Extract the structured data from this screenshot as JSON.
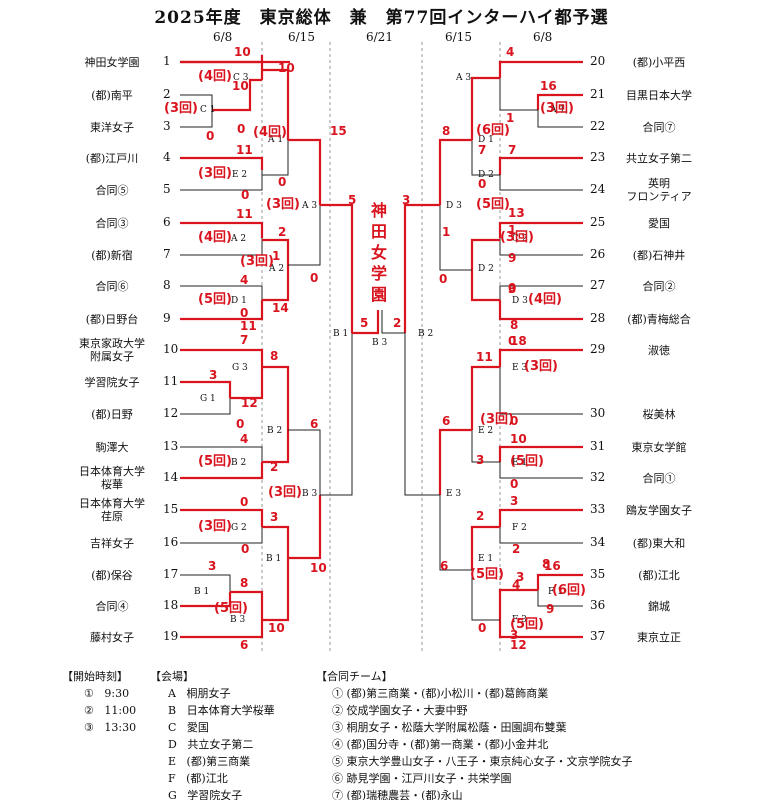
{
  "title": "2025年度　東京総体　兼　第77回インターハイ都予選",
  "dates": [
    "6/8",
    "6/15",
    "6/21",
    "6/15",
    "6/8"
  ],
  "champion": [
    "神",
    "田",
    "女",
    "学",
    "園"
  ],
  "left_teams": [
    {
      "name": [
        "神田女学園"
      ],
      "seed": "1"
    },
    {
      "name": [
        "(都)南平"
      ],
      "seed": "2"
    },
    {
      "name": [
        "東洋女子"
      ],
      "seed": "3"
    },
    {
      "name": [
        "(都)江戸川"
      ],
      "seed": "4"
    },
    {
      "name": [
        "合同⑤"
      ],
      "seed": "5"
    },
    {
      "name": [
        "合同③"
      ],
      "seed": "6"
    },
    {
      "name": [
        "(都)新宿"
      ],
      "seed": "7"
    },
    {
      "name": [
        "合同⑥"
      ],
      "seed": "8"
    },
    {
      "name": [
        "(都)日野台"
      ],
      "seed": "9"
    },
    {
      "name": [
        "東京家政大学",
        "附属女子"
      ],
      "seed": "10"
    },
    {
      "name": [
        "学習院女子"
      ],
      "seed": "11"
    },
    {
      "name": [
        "(都)日野"
      ],
      "seed": "12"
    },
    {
      "name": [
        "駒澤大"
      ],
      "seed": "13"
    },
    {
      "name": [
        "日本体育大学",
        "桜華"
      ],
      "seed": "14"
    },
    {
      "name": [
        "日本体育大学",
        "荏原"
      ],
      "seed": "15"
    },
    {
      "name": [
        "吉祥女子"
      ],
      "seed": "16"
    },
    {
      "name": [
        "(都)保谷"
      ],
      "seed": "17"
    },
    {
      "name": [
        "合同④"
      ],
      "seed": "18"
    },
    {
      "name": [
        "藤村女子"
      ],
      "seed": "19"
    }
  ],
  "right_teams": [
    {
      "name": [
        "(都)小平西"
      ],
      "seed": "20"
    },
    {
      "name": [
        "目黒日本大学"
      ],
      "seed": "21"
    },
    {
      "name": [
        "合同⑦"
      ],
      "seed": "22"
    },
    {
      "name": [
        "共立女子第二"
      ],
      "seed": "23"
    },
    {
      "name": [
        "英明",
        "フロンティア"
      ],
      "seed": "24"
    },
    {
      "name": [
        "愛国"
      ],
      "seed": "25"
    },
    {
      "name": [
        "(都)石神井"
      ],
      "seed": "26"
    },
    {
      "name": [
        "合同②"
      ],
      "seed": "27"
    },
    {
      "name": [
        "(都)青梅総合"
      ],
      "seed": "28"
    },
    {
      "name": [
        "淑徳"
      ],
      "seed": "29"
    },
    {
      "name": [
        "桜美林"
      ],
      "seed": "30"
    },
    {
      "name": [
        "東京女学館"
      ],
      "seed": "31"
    },
    {
      "name": [
        "合同①"
      ],
      "seed": "32"
    },
    {
      "name": [
        "鴎友学園女子"
      ],
      "seed": "33"
    },
    {
      "name": [
        "(都)東大和"
      ],
      "seed": "34"
    },
    {
      "name": [
        "(都)江北"
      ],
      "seed": "35"
    },
    {
      "name": [
        "錦城"
      ],
      "seed": "36"
    },
    {
      "name": [
        "東京立正"
      ],
      "seed": "37"
    }
  ],
  "venue_labels": [
    "C 3",
    "C 1",
    "A 1",
    "E 2",
    "A 3",
    "A 2",
    "A 2",
    "D 1",
    "G 3",
    "G 1",
    "B 2",
    "B 2",
    "B 3",
    "G 2",
    "B 1",
    "B 1",
    "B 3",
    "B 1",
    "B 3",
    "A 3",
    "A 1",
    "D 1",
    "D 2",
    "D 3",
    "C 2",
    "D 2",
    "D 3",
    "B 2",
    "E 3",
    "E 2",
    "E 1",
    "E 3",
    "F 2",
    "E 1",
    "F 1",
    "F 3"
  ],
  "scores": [
    "10",
    "0",
    "10",
    "0",
    "10",
    "0",
    "15",
    "11",
    "0",
    "11",
    "0",
    "2",
    "1",
    "4",
    "11",
    "14",
    "0",
    "5",
    "5",
    "2",
    "3",
    "7",
    "0",
    "8",
    "3",
    "12",
    "6",
    "4",
    "2",
    "0",
    "3",
    "0",
    "10",
    "3",
    "8",
    "6",
    "10",
    "4",
    "1",
    "16",
    "0",
    "7",
    "7",
    "8",
    "0",
    "1",
    "13",
    "9",
    "1",
    "3",
    "0",
    "8",
    "11",
    "3",
    "0",
    "6",
    "18",
    "0",
    "10",
    "0",
    "3",
    "2",
    "2",
    "6",
    "16",
    "4",
    "3",
    "9",
    "0",
    "12",
    "3",
    "8",
    "16"
  ],
  "rounds_marks": [
    "(4回)",
    "(3回)",
    "(4回)",
    "(3回)",
    "(3回)",
    "(4回)",
    "(3回)",
    "(5回)",
    "(5回)",
    "(3回)",
    "(3回)",
    "(5回)",
    "(3回)",
    "(6回)",
    "(5回)",
    "(3回)",
    "(4回)",
    "(3回)",
    "(3回)",
    "(5回)",
    "(5回)",
    "(6回)",
    "(5回)"
  ],
  "legend": {
    "time": {
      "title": "【開始時刻】",
      "items": [
        [
          "①",
          "9:30"
        ],
        [
          "②",
          "11:00"
        ],
        [
          "③",
          "13:30"
        ]
      ]
    },
    "venue": {
      "title": "【会場】",
      "items": [
        [
          "A",
          "桐朋女子"
        ],
        [
          "B",
          "日本体育大学桜華"
        ],
        [
          "C",
          "愛国"
        ],
        [
          "D",
          "共立女子第二"
        ],
        [
          "E",
          "(都)第三商業"
        ],
        [
          "F",
          "(都)江北"
        ],
        [
          "G",
          "学習院女子"
        ]
      ]
    },
    "joint": {
      "title": "【合同チーム】",
      "items": [
        "① (都)第三商業・(都)小松川・(都)葛飾商業",
        "② 佼成学園女子・大妻中野",
        "③ 桐朋女子・松蔭大学附属松蔭・田園調布雙葉",
        "④ (都)国分寺・(都)第一商業・(都)小金井北",
        "⑤ 東京大学豊山女子・八王子・東京純心女子・文京学院女子",
        "⑥ 跡見学園・江戸川女子・共栄学園",
        "⑦ (都)瑞穂農芸・(都)永山"
      ]
    }
  },
  "colors": {
    "win": "#d9141e",
    "line": "#222222"
  }
}
